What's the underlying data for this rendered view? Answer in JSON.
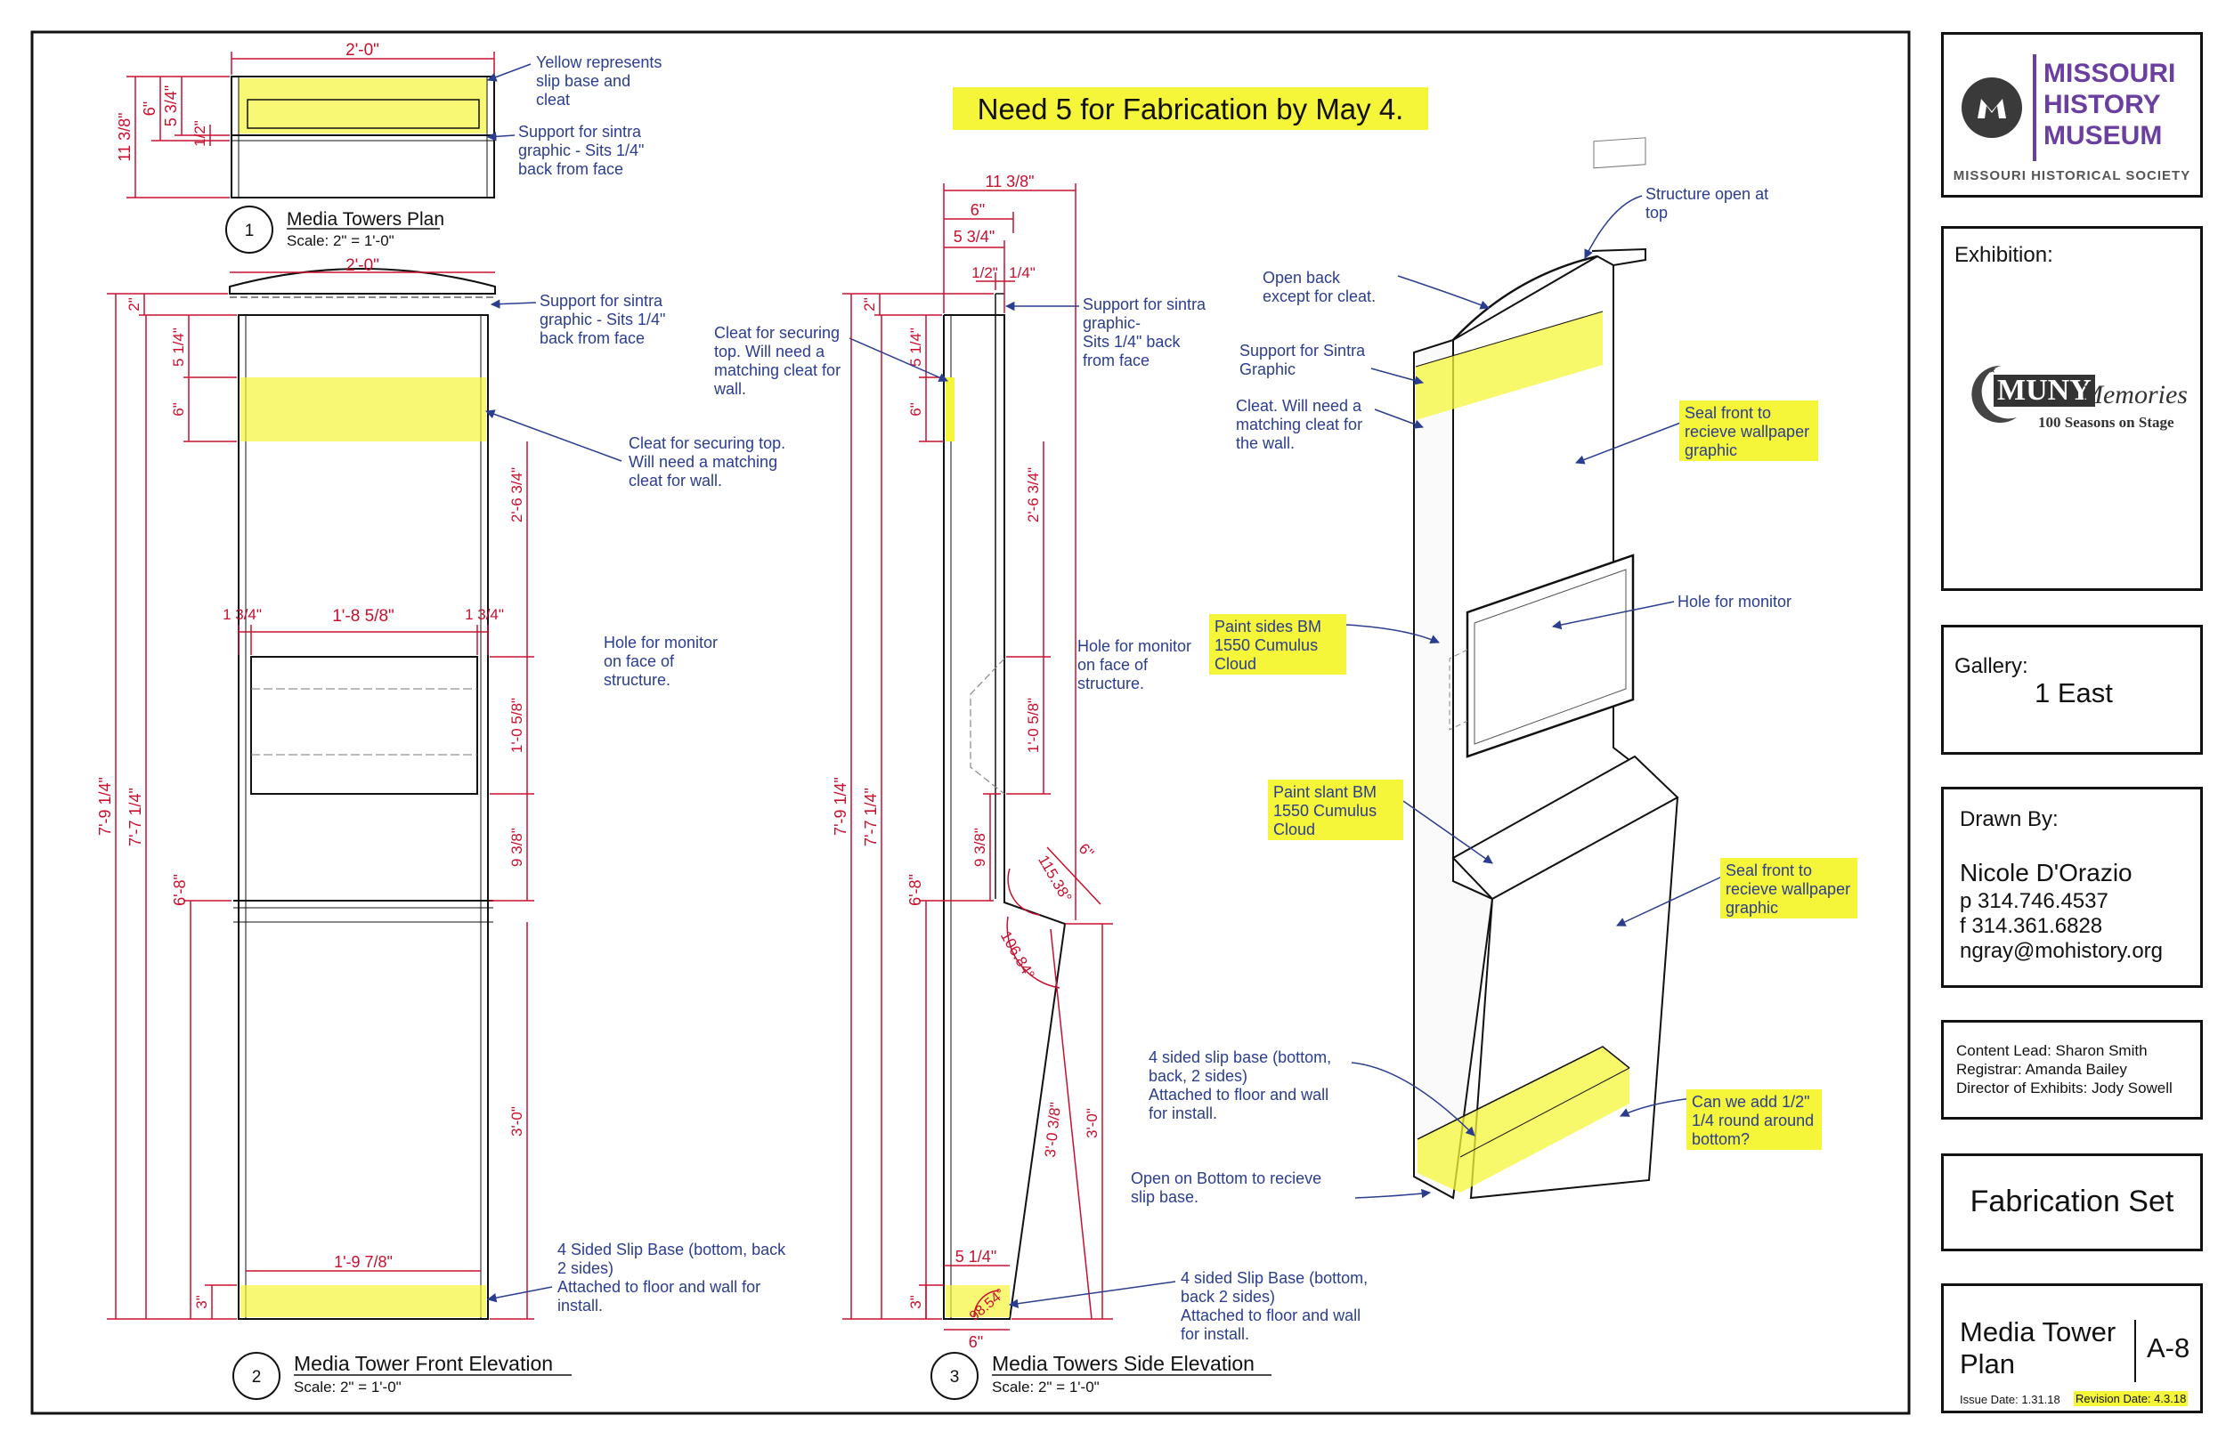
{
  "headline": "Need 5 for Fabrication by May 4.",
  "colors": {
    "dim_red": "#c8102e",
    "note_blue": "#2b3d8f",
    "highlight_yellow": "#f5f53a",
    "museum_purple": "#6b3fa0"
  },
  "view1": {
    "number": "1",
    "title": "Media Towers Plan",
    "scale": "Scale: 2\" = 1'-0\""
  },
  "view2": {
    "number": "2",
    "title": "Media Tower Front Elevation",
    "scale": "Scale: 2\" = 1'-0\""
  },
  "view3": {
    "number": "3",
    "title": "Media Towers Side Elevation",
    "scale": "Scale: 2\" = 1'-0\""
  },
  "dims": {
    "plan_width": "2'-0\"",
    "plan_depth": "11 3/8\"",
    "plan_6": "6\"",
    "plan_534": "5 3/4\"",
    "plan_half": "1/2\"",
    "front_width": "2'-0\"",
    "front_2": "2\"",
    "front_514": "5 1/4\"",
    "front_6": "6\"",
    "front_2634": "2'-6 3/4\"",
    "front_134_l": "1 3/4\"",
    "front_1858": "1'-8 5/8\"",
    "front_134_r": "1 3/4\"",
    "front_1058": "1'-0 5/8\"",
    "front_938": "9 3/8\"",
    "front_7914": "7'-9 1/4\"",
    "front_7714": "7'-7 1/4\"",
    "front_68": "6'-8\"",
    "front_30": "3'-0\"",
    "front_1978": "1'-9 7/8\"",
    "front_3": "3\"",
    "side_1138": "11 3/8\"",
    "side_6": "6\"",
    "side_534": "5 3/4\"",
    "side_half": "1/2\"",
    "side_quarter": "1/4\"",
    "side_2": "2\"",
    "side_514": "5 1/4\"",
    "side_6b": "6\"",
    "side_2634": "2'-6 3/4\"",
    "side_1058": "1'-0 5/8\"",
    "side_938": "9 3/8\"",
    "side_6c": "6\"",
    "side_ang1": "115.38°",
    "side_ang2": "106.84°",
    "side_3038": "3'-0 3/8\"",
    "side_30": "3'-0\"",
    "side_514b": "5 1/4\"",
    "side_3": "3\"",
    "side_ang3": "98.54°",
    "side_6d": "6\"",
    "side_7914": "7'-9 1/4\"",
    "side_7714": "7'-7 1/4\"",
    "side_68": "6'-8\""
  },
  "notes": {
    "plan_yellow": [
      "Yellow represents",
      "slip base and",
      "cleat"
    ],
    "plan_support": [
      "Support for sintra",
      "graphic - Sits 1/4\"",
      "back from face"
    ],
    "front_support": [
      "Support for sintra",
      "graphic - Sits 1/4\"",
      "back from face"
    ],
    "front_cleat": [
      "Cleat for securing top.",
      "Will need a matching",
      "cleat for wall."
    ],
    "front_hole": [
      "Hole for monitor",
      "on face of",
      "structure."
    ],
    "front_slip": [
      "4 Sided Slip Base (bottom, back",
      "2 sides)",
      "Attached to floor and wall for",
      "install."
    ],
    "side_cleat": [
      "Cleat for securing",
      "top. Will need a",
      "matching cleat for",
      "wall."
    ],
    "side_support": [
      "Support for sintra",
      "graphic-",
      "Sits 1/4\" back",
      "from face"
    ],
    "side_hole": [
      "Hole for monitor",
      "on face of",
      "structure."
    ],
    "side_slip": [
      "4 sided Slip Base (bottom,",
      "back 2 sides)",
      "Attached to floor and wall",
      "for install."
    ],
    "iso_open_top": [
      "Structure open at",
      "top"
    ],
    "iso_open_back": [
      "Open back",
      "except for cleat."
    ],
    "iso_support": [
      "Support for Sintra",
      "Graphic"
    ],
    "iso_cleat": [
      "Cleat. Will need a",
      "matching cleat for",
      "the wall."
    ],
    "iso_seal1": [
      "Seal front to",
      "recieve wallpaper",
      "graphic"
    ],
    "iso_hole": [
      "Hole for monitor"
    ],
    "iso_paint_sides": [
      "Paint sides BM",
      "1550 Cumulus",
      "Cloud"
    ],
    "iso_paint_slant": [
      "Paint slant BM",
      "1550 Cumulus",
      "Cloud"
    ],
    "iso_seal2": [
      "Seal front to",
      "recieve wallpaper",
      "graphic"
    ],
    "iso_slip": [
      "4 sided slip base (bottom,",
      "back, 2 sides)",
      "Attached to floor and wall",
      "for install."
    ],
    "iso_quarter": [
      "Can we add 1/2\"",
      "1/4 round around",
      "bottom?"
    ],
    "iso_open_bottom": [
      "Open on Bottom to recieve",
      "slip base."
    ]
  },
  "titleblock": {
    "museum_line1": "MISSOURI",
    "museum_line2": "HISTORY",
    "museum_line3": "MUSEUM",
    "society": "MISSOURI HISTORICAL SOCIETY",
    "exhibition_label": "Exhibition:",
    "exhibit_logo_main": "MUNY",
    "exhibit_logo_script": "Memories",
    "exhibit_logo_sub": "100 Seasons on Stage",
    "gallery_label": "Gallery:",
    "gallery_value": "1 East",
    "drawn_label": "Drawn By:",
    "drawn_name": "Nicole D'Orazio",
    "drawn_phone": "p  314.746.4537",
    "drawn_fax": "f   314.361.6828",
    "drawn_email": "ngray@mohistory.org",
    "content_lead": "Content Lead: Sharon Smith",
    "registrar": "Registrar: Amanda Bailey",
    "director": "Director of Exhibits: Jody Sowell",
    "set_name": "Fabrication Set",
    "sheet_title_1": "Media Tower",
    "sheet_title_2": "Plan",
    "sheet_number": "A-8",
    "issue_date": "Issue Date: 1.31.18",
    "revision_date": "Revision Date: 4.3.18"
  }
}
